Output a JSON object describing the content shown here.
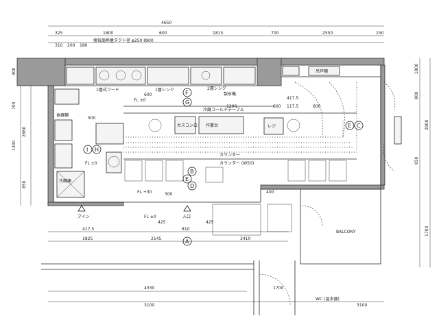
{
  "dimensions": {
    "top_overall": "4650",
    "top_row": [
      "325",
      "1800",
      "600",
      "1815",
      "700",
      "2550",
      "150"
    ],
    "top_row2": [
      "310",
      "200",
      "180"
    ],
    "left": [
      "400",
      "700",
      "2660",
      "1300",
      "850"
    ],
    "right": [
      "1800",
      "800",
      "2900",
      "650",
      "1700"
    ],
    "bottom_main": [
      "1825",
      "2145",
      "3410"
    ],
    "bottom_lower": [
      "417.5",
      "425",
      "810",
      "425"
    ],
    "bottom_far": [
      "4330",
      "3100",
      "1700",
      "3100"
    ],
    "misc": [
      "500",
      "1200",
      "600",
      "117.5",
      "600",
      "600",
      "417.5",
      "400",
      "300"
    ]
  },
  "labels": {
    "duct_note": "換気扇熱量ダクト径 φ250 Ⅱ900",
    "hood": "1層式フード",
    "sink1": "1層シンク",
    "sink2": "2層シンク",
    "icemaker": "製氷機",
    "cold_table": "冷蔵コールドテーブル",
    "counter": "カウンター",
    "entrance": "入口",
    "balcony": "BALCONY",
    "door_label": "アイン",
    "room_note": "WC (温水器)",
    "fl_a": "FL ±0",
    "fl_b": "FL ±0",
    "fl_c": "FL +30",
    "fl_d": "FL ±0",
    "seat_label": "カウンター (W50)",
    "note_gas": "ガスコンロ",
    "cabinet": "吊戸棚",
    "table_label": "作業台",
    "rack": "食器棚",
    "cashier": "レジ",
    "fridge": "冷蔵庫"
  },
  "markers": [
    "A",
    "B",
    "C",
    "D",
    "E",
    "F",
    "G",
    "H",
    "I"
  ]
}
